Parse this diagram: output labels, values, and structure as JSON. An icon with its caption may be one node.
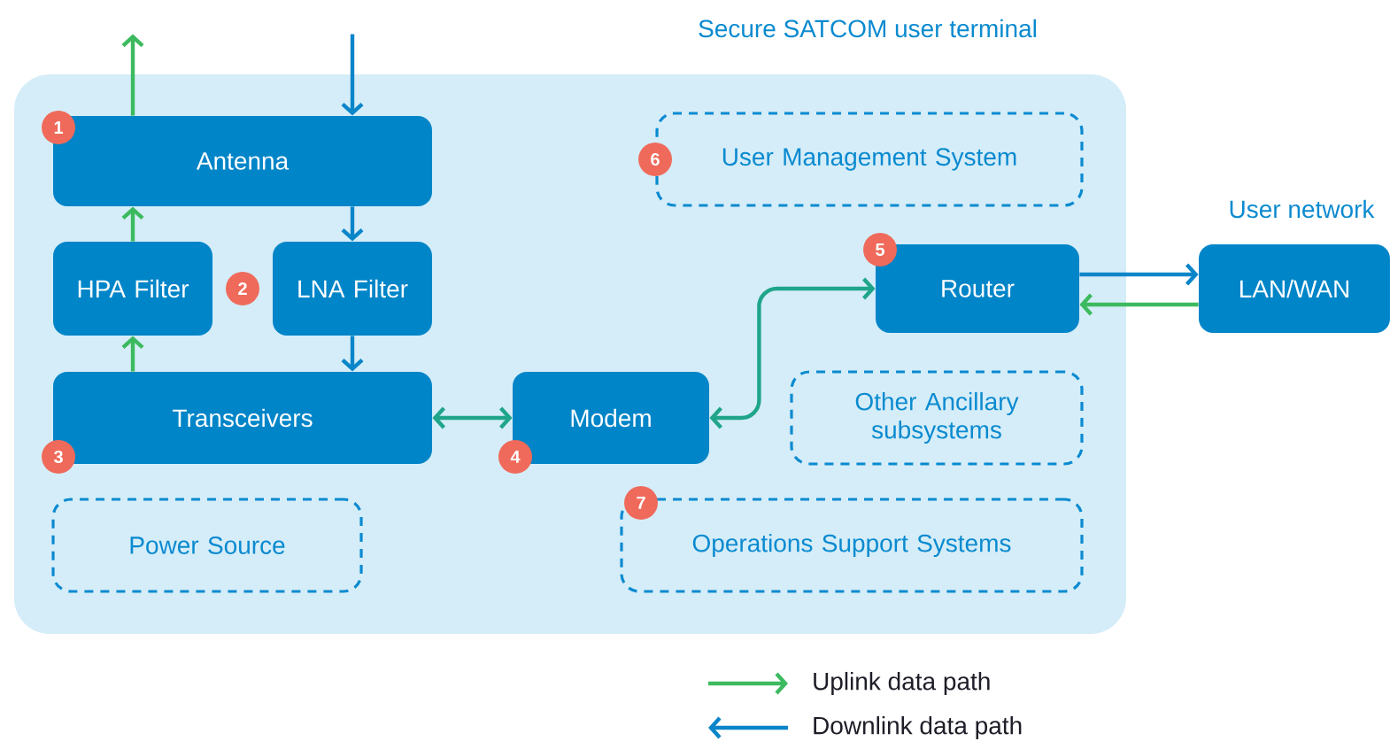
{
  "diagram": {
    "nodes": [
      {
        "text": [
          "Secure SATCOM user terminal"
        ]
      },
      {
        "text": [
          "Antenna"
        ],
        "in": 0
      },
      {
        "text": [
          "User Management System"
        ],
        "in": 0
      },
      {
        "text": [
          "HPA Filter"
        ],
        "in": 0
      },
      {
        "text": [
          "LNA Filter"
        ],
        "in": 0
      },
      {
        "text": [
          "Router"
        ],
        "in": 0
      },
      {
        "text": [
          "Transceivers"
        ],
        "in": 0
      },
      {
        "text": [
          "Modem"
        ],
        "in": 0
      },
      {
        "text": [
          "Other Ancillary subsystems"
        ],
        "in": 0
      },
      {
        "text": [
          "Power Source"
        ],
        "in": 0
      },
      {
        "text": [
          "Operations Support Systems"
        ],
        "in": 0
      },
      {
        "text": [
          "User network",
          "LAN/WAN"
        ]
      }
    ],
    "edges": [
      {
        "from": 1,
        "to": null,
        "arrow": "to",
        "color": "#3dba5f"
      },
      {
        "from": null,
        "to": 1,
        "arrow": "to",
        "color": "#0a85c9"
      },
      {
        "from": 3,
        "to": 1,
        "arrow": "to",
        "color": "#3dba5f"
      },
      {
        "from": 1,
        "to": 4,
        "arrow": "to",
        "color": "#0a85c9"
      },
      {
        "from": 6,
        "to": 3,
        "arrow": "to",
        "color": "#3dba5f"
      },
      {
        "from": 4,
        "to": 6,
        "arrow": "to",
        "color": "#0a85c9"
      },
      {
        "from": 6,
        "to": 7,
        "arrow": "both",
        "color": "#1fa58a"
      },
      {
        "from": 7,
        "to": 5,
        "arrow": "both",
        "color": "#1fa58a"
      },
      {
        "from": 5,
        "to": 11,
        "arrow": "to",
        "color": "#0a85c9"
      },
      {
        "from": 11,
        "to": 5,
        "arrow": "to",
        "color": "#3dba5f"
      }
    ],
    "labels": [
      "1",
      "6",
      "5",
      "2",
      "3",
      "4",
      "7"
    ],
    "legend": [
      {
        "text": "Uplink data path"
      },
      {
        "text": "Downlink data path"
      }
    ]
  }
}
